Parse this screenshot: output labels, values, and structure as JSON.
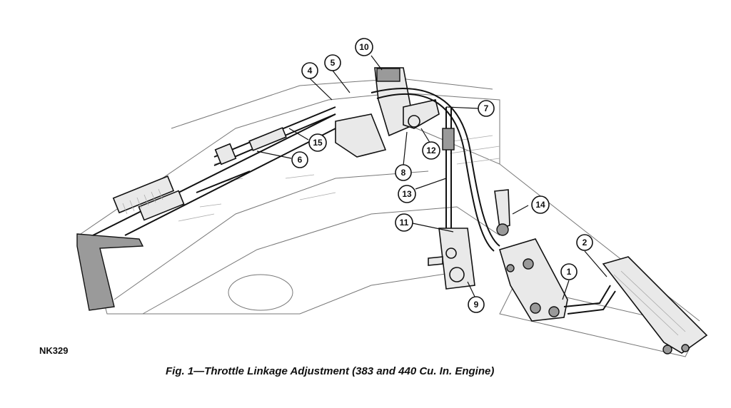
{
  "figure": {
    "code": "NK329",
    "caption": "Fig. 1—Throttle Linkage Adjustment (383 and 440 Cu. In. Engine)"
  },
  "callouts": [
    "1",
    "2",
    "4",
    "5",
    "6",
    "7",
    "8",
    "9",
    "10",
    "11",
    "12",
    "13",
    "14",
    "15"
  ]
}
